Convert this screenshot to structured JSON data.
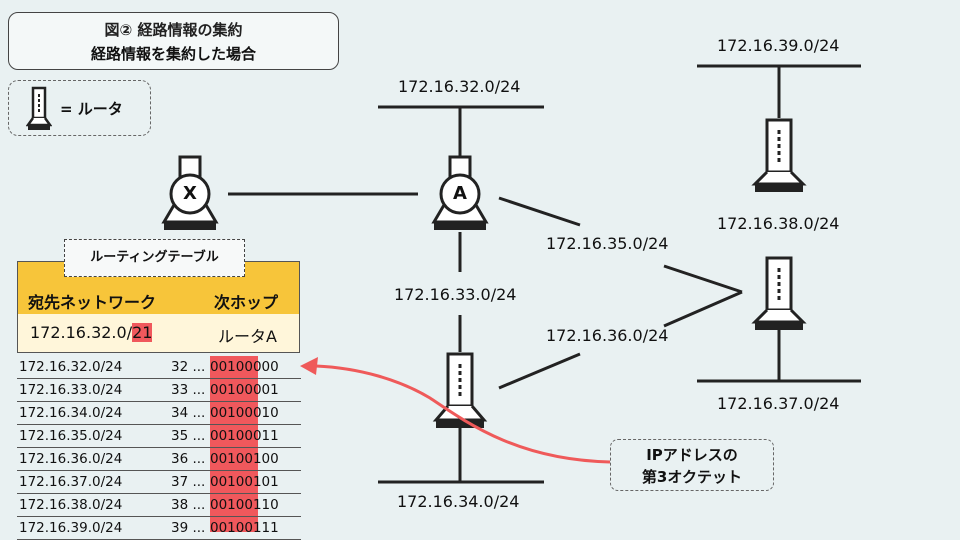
{
  "title": {
    "line1": "図② 経路情報の集約",
    "line2": "経路情報を集約した場合"
  },
  "legend": {
    "text": "= ルータ"
  },
  "routers": {
    "x_label": "X",
    "a_label": "A"
  },
  "networks": {
    "n32": "172.16.32.0/24",
    "n33": "172.16.33.0/24",
    "n34": "172.16.34.0/24",
    "n35": "172.16.35.0/24",
    "n36": "172.16.36.0/24",
    "n37": "172.16.37.0/24",
    "n38": "172.16.38.0/24",
    "n39": "172.16.39.0/24"
  },
  "routing_table": {
    "label": "ルーティングテーブル",
    "header_dest": "宛先ネットワーク",
    "header_hop": "次ホップ",
    "dest_prefix": "172.16.32.0/",
    "dest_mask": "21",
    "hop": "ルータA"
  },
  "octet_rows": [
    {
      "net": "172.16.32.0/24",
      "dec": "32 ...",
      "bin": "00100000"
    },
    {
      "net": "172.16.33.0/24",
      "dec": "33 ...",
      "bin": "00100001"
    },
    {
      "net": "172.16.34.0/24",
      "dec": "34 ...",
      "bin": "00100010"
    },
    {
      "net": "172.16.35.0/24",
      "dec": "35 ...",
      "bin": "00100011"
    },
    {
      "net": "172.16.36.0/24",
      "dec": "36 ...",
      "bin": "00100100"
    },
    {
      "net": "172.16.37.0/24",
      "dec": "37 ...",
      "bin": "00100101"
    },
    {
      "net": "172.16.38.0/24",
      "dec": "38 ...",
      "bin": "00100110"
    },
    {
      "net": "172.16.39.0/24",
      "dec": "39 ...",
      "bin": "00100111"
    }
  ],
  "callout": {
    "line1": "IPアドレスの",
    "line2": "第3オクテット"
  },
  "colors": {
    "background": "#e9f1f2",
    "table_header": "#f7c53a",
    "highlight": "#f0585c",
    "arrow": "#ef5a5a"
  }
}
